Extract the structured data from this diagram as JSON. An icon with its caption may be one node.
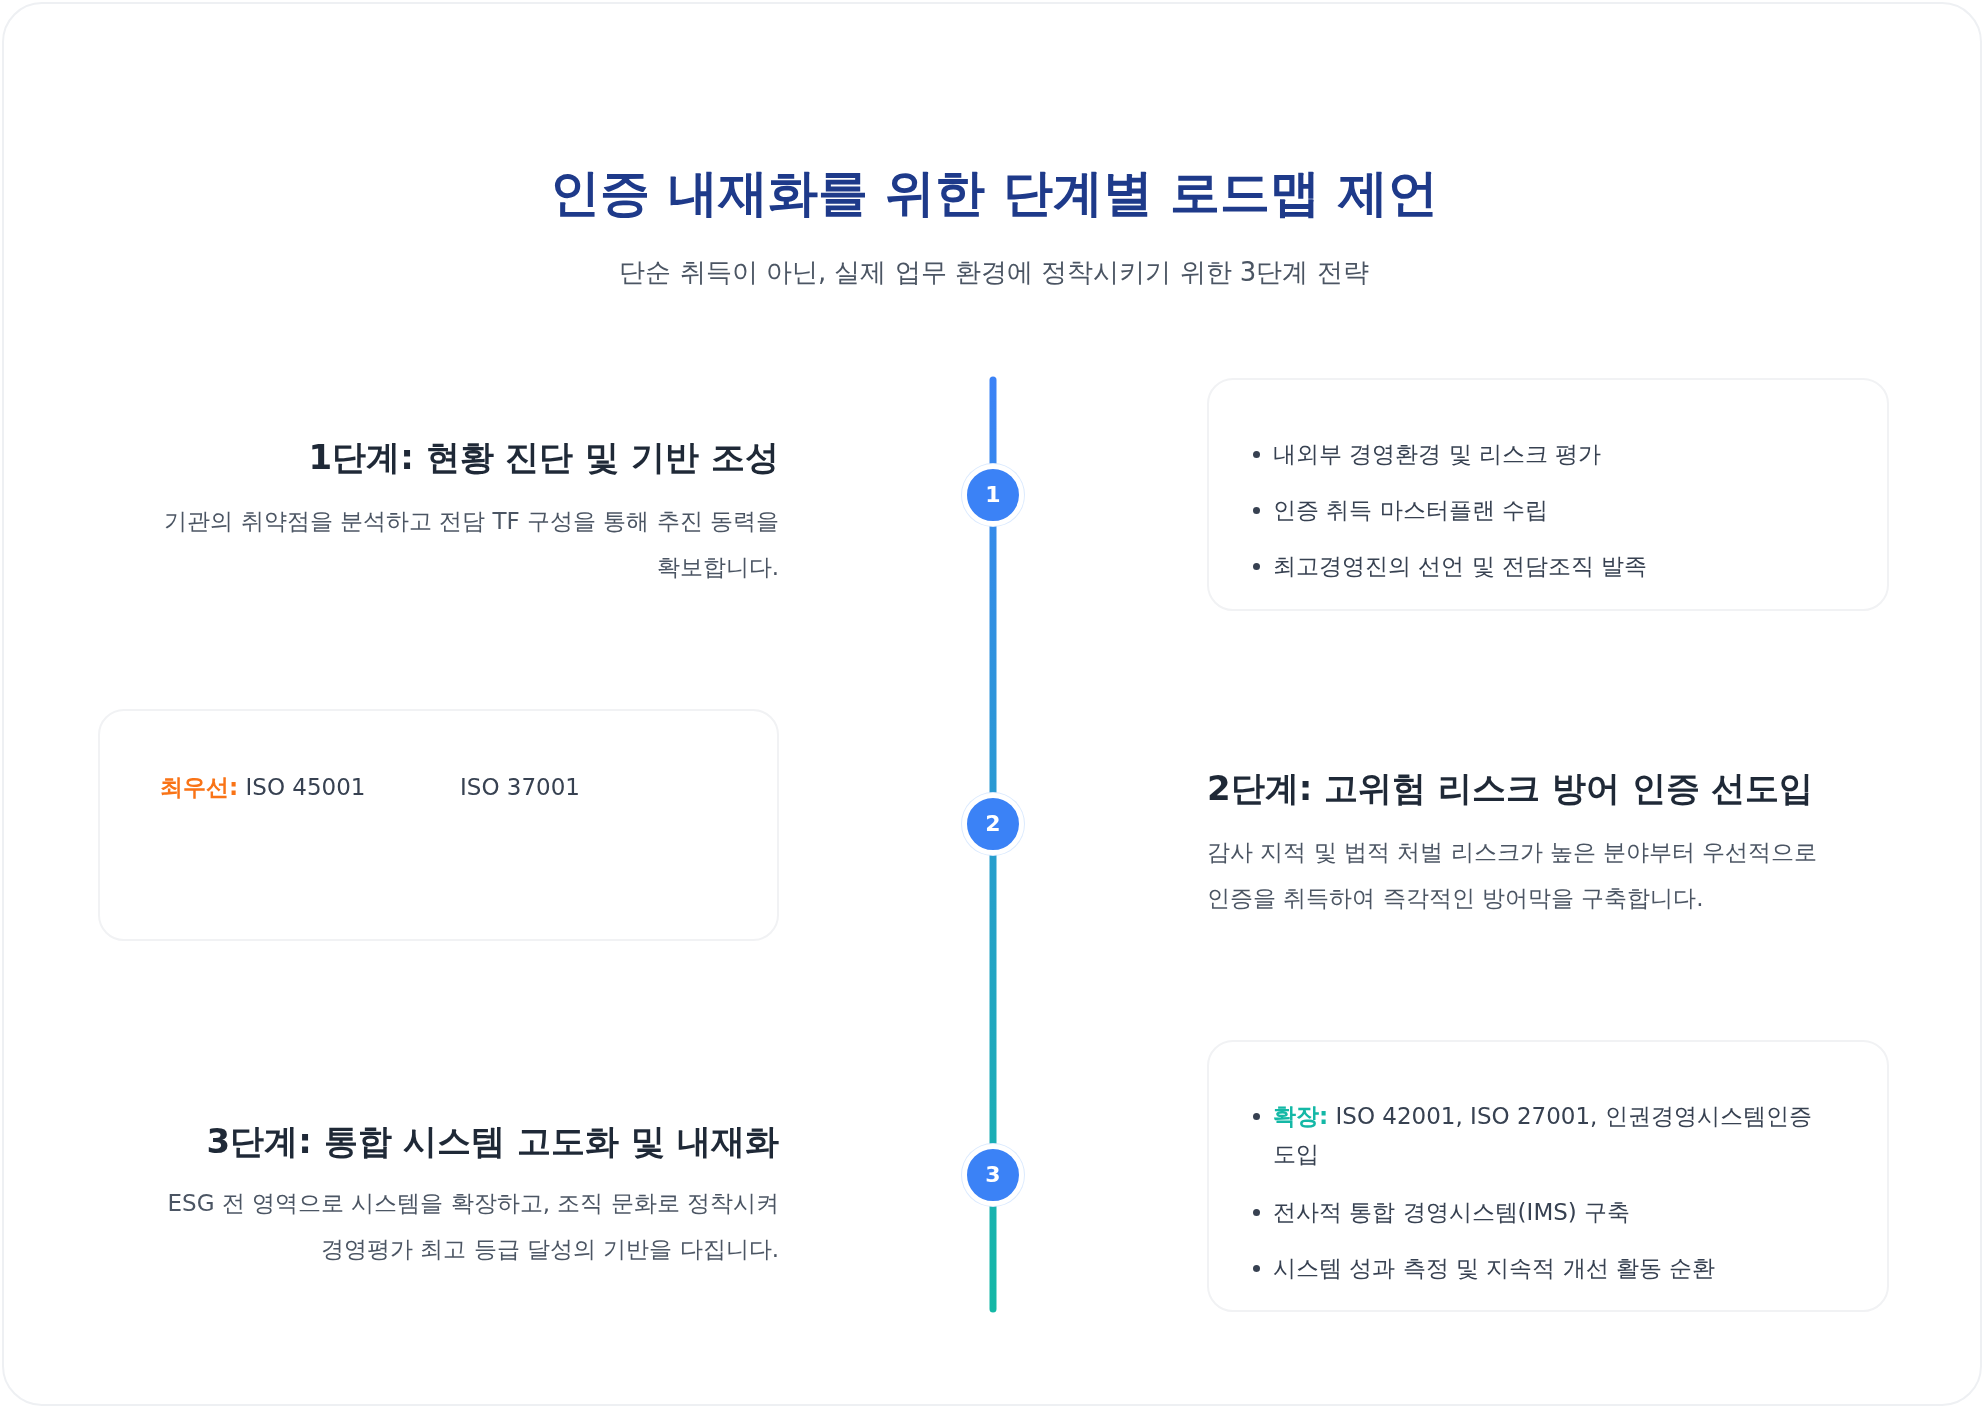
{
  "diagram": {
    "title": "인증 내재화를 위한 단계별 로드맵 제언",
    "nodes": [
      {
        "text": [
          "1"
        ]
      },
      {
        "text": [
          "내외부 경영환경 및 리스크 평가",
          "인증 취득 마스터플랜 수립",
          "최고경영진의 선언 및 전담조직 발족"
        ]
      },
      {
        "text": [
          "**최우선:** ISO 45001",
          "ISO 37001"
        ]
      },
      {
        "text": [
          "2"
        ]
      },
      {
        "text": [
          "3"
        ]
      },
      {
        "text": [
          "**확장:** ISO 42001, ISO 27001, 인권경영시스템인증 도입",
          "전사적 통합 경영시스템(IMS) 구축",
          "시스템 성과 측정 및 지속적 개선 활동 순환"
        ]
      }
    ],
    "edges": [
      {
        "from": null,
        "to": 0,
        "arrow": "none"
      },
      {
        "from": 0,
        "to": 3,
        "arrow": "none"
      },
      {
        "from": 3,
        "to": 4,
        "arrow": "none"
      },
      {
        "from": 4,
        "to": null,
        "arrow": "none"
      }
    ],
    "labels": [
      "단순 취득이 아닌, 실제 업무 환경에 정착시키기 위한 3단계 전략",
      "1단계: 현황 진단 및 기반 조성",
      "기관의 취약점을 분석하고 전담 TF 구성을 통해 추진 동력을 확보합니다.",
      "2단계: 고위험 리스크 방어 인증 선도입",
      "감사 지적 및 법적 처벌 리스크가 높은 분야부터 우선적으로 인증을 취득하여 즉각적인 방어막을 구축합니다.",
      "3단계: 통합 시스템 고도화 및 내재화",
      "ESG 전 영역으로 시스템을 확장하고, 조직 문화로 정착시켜 경영평가 최고 등급 달성의 기반을 다집니다."
    ]
  }
}
